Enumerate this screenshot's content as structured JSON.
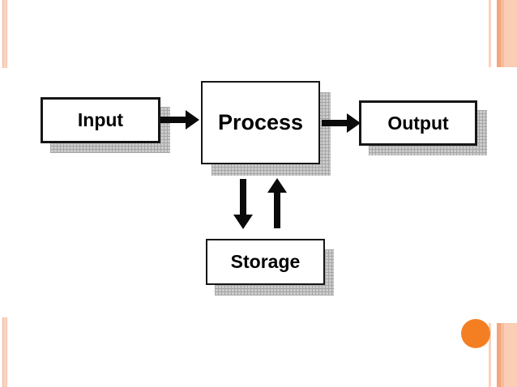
{
  "slide": {
    "background_color": "#ffffff",
    "accent_circle_color": "#f47f23",
    "stripe_light_color": "#fbcdb4",
    "stripe_medium_color": "#f4a77c",
    "shadow_color": "#cccccc"
  },
  "diagram": {
    "nodes": [
      {
        "id": "input",
        "label": "Input"
      },
      {
        "id": "process",
        "label": "Process"
      },
      {
        "id": "output",
        "label": "Output"
      },
      {
        "id": "storage",
        "label": "Storage"
      }
    ],
    "connections": [
      {
        "from": "input",
        "to": "process",
        "direction": "right"
      },
      {
        "from": "process",
        "to": "output",
        "direction": "right"
      },
      {
        "from": "process",
        "to": "storage",
        "direction": "down"
      },
      {
        "from": "storage",
        "to": "process",
        "direction": "up"
      }
    ]
  }
}
